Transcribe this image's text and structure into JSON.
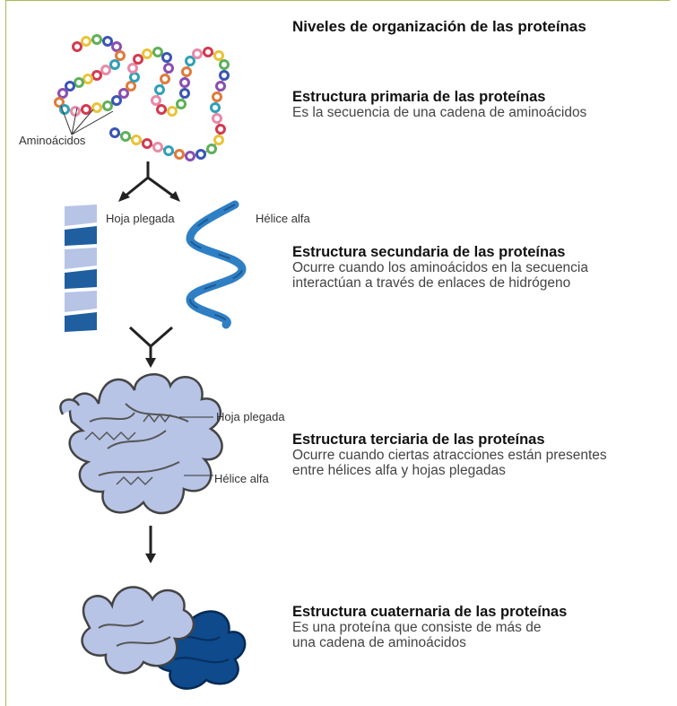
{
  "title": "Niveles de organización de las proteínas",
  "levels": [
    {
      "heading": "Estructura primaria de las proteínas",
      "description": [
        "Es la secuencia de una cadena de aminoácidos"
      ]
    },
    {
      "heading": "Estructura secundaria de las proteínas",
      "description": [
        "Ocurre cuando los aminoácidos en la secuencia",
        "interactúan a través de enlaces de hidrógeno"
      ]
    },
    {
      "heading": "Estructura terciaria de las proteínas",
      "description": [
        "Ocurre cuando ciertas atracciones están presentes",
        "entre hélices alfa y hojas plegadas"
      ]
    },
    {
      "heading": "Estructura cuaternaria de las proteínas",
      "description": [
        "Es una proteína que consiste de más de",
        "una cadena de aminoácidos"
      ]
    }
  ],
  "labels": {
    "amino_acids": "Aminoácidos",
    "pleated_sheet": "Hoja plegada",
    "alpha_helix": "Hélice alfa",
    "tertiary_sheet": "Hoja plegada",
    "tertiary_helix": "Hélice alfa"
  },
  "colors": {
    "border": "#a8b85a",
    "dark_blue": "#1f5fa0",
    "light_blue": "#b7c4e6",
    "navy": "#0e4a8c",
    "helix": "#2f7fc4"
  },
  "bead_colors": [
    "#d23a50",
    "#3a55b4",
    "#2fa0b8",
    "#e8c43a",
    "#8a4fb0",
    "#e88aa8",
    "#5fb05a",
    "#e07a3a"
  ]
}
